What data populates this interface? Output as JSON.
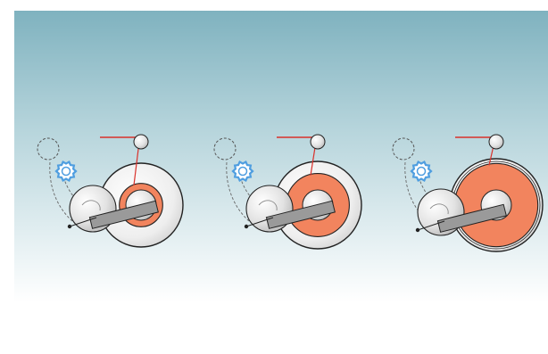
{
  "colors": {
    "background_top": "#7fb2bf",
    "background_bottom": "#ffffff",
    "roll_fill": "#f2845e",
    "web_line": "#d9312b",
    "gear_blue": "#4f9ee0",
    "core_grey": "#d6d6d6",
    "arm_grey": "#9a9a9a",
    "outline": "#222222"
  },
  "icons": {
    "stage": "winding-roll-stage-icon",
    "gear": "gear-icon",
    "guide_roller": "guide-roller-icon",
    "drum": "winding-drum-icon",
    "pressure_roller": "pressure-roller-icon",
    "arm": "lever-arm-icon"
  },
  "stages": [
    {
      "roll_fill_level": 0.15
    },
    {
      "roll_fill_level": 0.6
    },
    {
      "roll_fill_level": 0.95
    }
  ]
}
